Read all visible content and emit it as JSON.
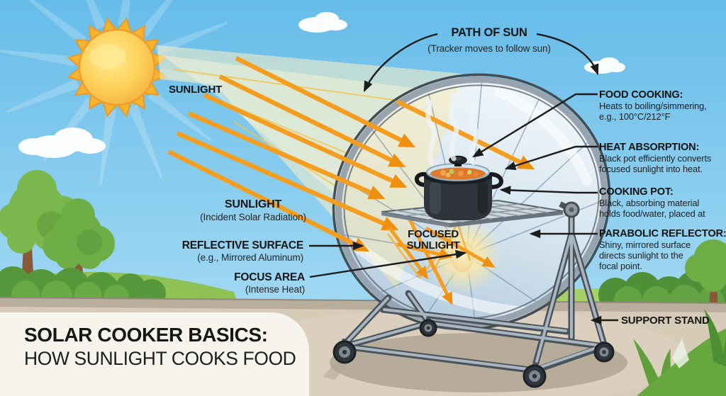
{
  "title": {
    "line1": "SOLAR COOKER BASICS:",
    "line2": "HOW SUNLIGHT COOKS FOOD"
  },
  "labels": {
    "sunlight_top": "SUNLIGHT",
    "path_of_sun": {
      "title": "PATH OF SUN",
      "subtitle": "(Tracker moves to follow sun)"
    },
    "sunlight_incident": {
      "title": "SUNLIGHT",
      "subtitle": "(Incident Solar Radiation)"
    },
    "reflective_surface": {
      "title": "REFLECTIVE SURFACE",
      "subtitle": "(e.g., Mirrored Aluminum)"
    },
    "focus_area": {
      "title": "FOCUS AREA",
      "subtitle": "(Intense Heat)"
    },
    "focused_sunlight": "FOCUSED SUNLIGHT",
    "support_stand": "SUPPORT STAND",
    "right": [
      {
        "title": "FOOD COOKING:",
        "lines": [
          "Heats to boiling/simmering,",
          "e.g., 100°C/212°F"
        ]
      },
      {
        "title": "HEAT ABSORPTION:",
        "lines": [
          "Black pot efficiently converts",
          "focused sunlight into heat."
        ]
      },
      {
        "title": "COOKING POT:",
        "lines": [
          "Black, absorbing material",
          "holds food/water, placed at"
        ]
      },
      {
        "title": "PARABOLIC REFLECTOR:",
        "lines": [
          "Shiny, mirrored surface",
          "directs sunlight to the",
          "focal point."
        ]
      }
    ]
  },
  "colors": {
    "sky": "#74c4ec",
    "sun": "#f6b32f",
    "ray_orange": "#f59d1e",
    "grass": "#8fc254",
    "road": "#d6cbb7",
    "panel": "#f7f4ed",
    "text": "#161616",
    "dish": "#c2d6e6",
    "pot": "#2e343a"
  }
}
